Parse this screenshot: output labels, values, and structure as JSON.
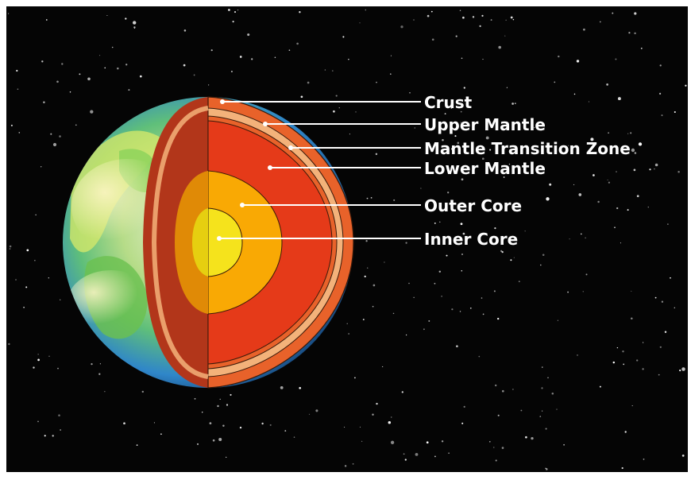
{
  "layers": [
    {
      "key": "crust",
      "label": "Crust",
      "color": "#e8622a"
    },
    {
      "key": "upper_mantle",
      "label": "Upper Mantle",
      "color": "#f3b27a"
    },
    {
      "key": "transition_zone",
      "label": "Mantle Transition Zone",
      "color": "#e8622a"
    },
    {
      "key": "lower_mantle",
      "label": "Lower Mantle",
      "color": "#e53a19"
    },
    {
      "key": "outer_core",
      "label": "Outer Core",
      "color": "#f9a904"
    },
    {
      "key": "inner_core",
      "label": "Inner Core",
      "color": "#f5e31c"
    }
  ],
  "colors": {
    "space": "#050505",
    "stars": "#ffffff",
    "ocean": "#3f8fd6",
    "land": "#7cc24a",
    "label_text": "#ffffff"
  }
}
